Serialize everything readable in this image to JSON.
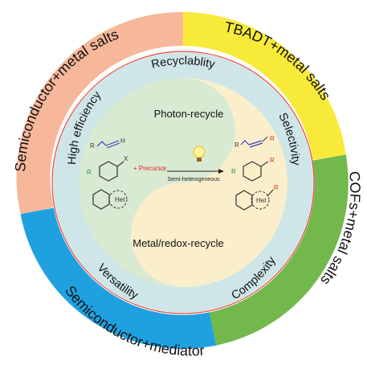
{
  "outer_ring": {
    "segments": [
      {
        "label": "Semiconductor+metal salts",
        "color": "#f6b79a"
      },
      {
        "label": "TBADT+metal salts",
        "color": "#f7ea38"
      },
      {
        "label": "COFs+metal salts",
        "color": "#72b84d"
      },
      {
        "label": "Semiconductor+mediator",
        "color": "#1fa1e0"
      }
    ]
  },
  "middle_ring": {
    "color": "#cfe6e8",
    "labels": {
      "top": "Recyclablity",
      "left": "High efficiency",
      "right": "Selectivity",
      "bottom_left": "Versatility",
      "bottom_right": "Complexity"
    }
  },
  "core": {
    "colors": {
      "left": "#d9ead3",
      "right": "#fbefcb"
    },
    "top_label": "Photon-recycle",
    "bottom_label": "Metal/redox-recycle",
    "reaction": {
      "reagent_label": "+ Precursor",
      "condition_label": "Semi-heterogeneous",
      "substituent_r1": "R",
      "substituent_r2": "R",
      "het_label": "Het",
      "x_label": "X",
      "h_label": "H",
      "reagent_color": "#e02020"
    }
  },
  "icons": [
    "lightbulb-icon",
    "alkyne-structure-icon",
    "aryl-halide-structure-icon",
    "heteroarene-structure-icon",
    "product-alkyne-icon",
    "product-aryl-icon",
    "product-heteroarene-icon"
  ]
}
